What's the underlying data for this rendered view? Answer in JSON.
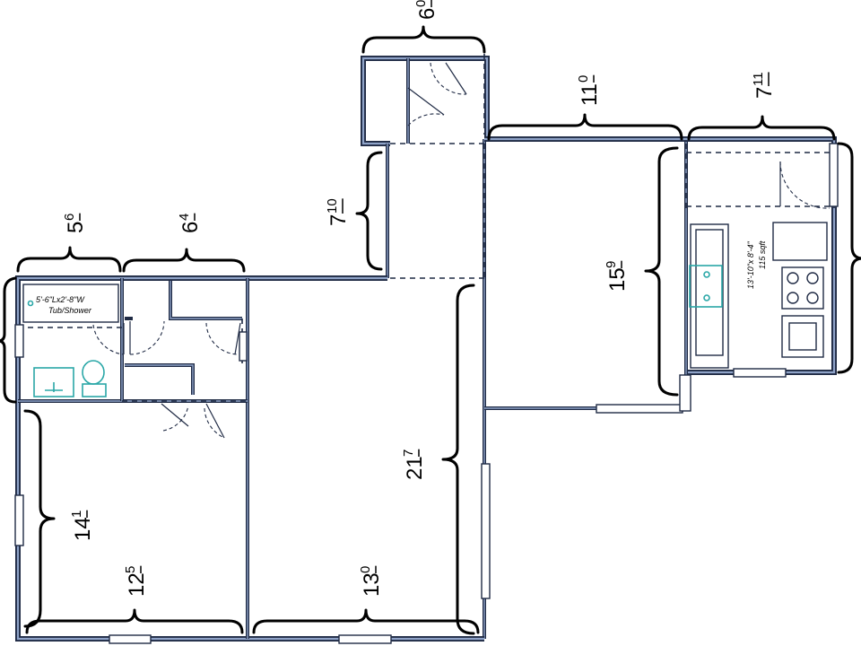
{
  "dimensions": {
    "top_closet": {
      "main": "6",
      "sup": "0"
    },
    "kitchen_top": {
      "main": "11",
      "sup": "0"
    },
    "right_top": {
      "main": "7",
      "sup": "11"
    },
    "hall_left": {
      "main": "7",
      "sup": "10"
    },
    "bath_width": {
      "main": "5",
      "sup": "6"
    },
    "closet_width": {
      "main": "6",
      "sup": "4"
    },
    "kitchen_depth": {
      "main": "15",
      "sup": "9"
    },
    "living_depth": {
      "main": "21",
      "sup": "7"
    },
    "bedroom_depth": {
      "main": "14",
      "sup": "1"
    },
    "bedroom_width": {
      "main": "12",
      "sup": "5"
    },
    "living_width": {
      "main": "13",
      "sup": "0"
    }
  },
  "notes": {
    "tub_size": "5'-6\"Lx2'-8\"W",
    "tub_label": "Tub/Shower",
    "kitchen_size": "13'-10\"x 8'-4\"",
    "kitchen_area": "115 sqft"
  },
  "colors": {
    "wall_dark": "#1f2a44",
    "wall_light": "#8fa3c8",
    "fixture_teal": "#2aa7a7"
  }
}
